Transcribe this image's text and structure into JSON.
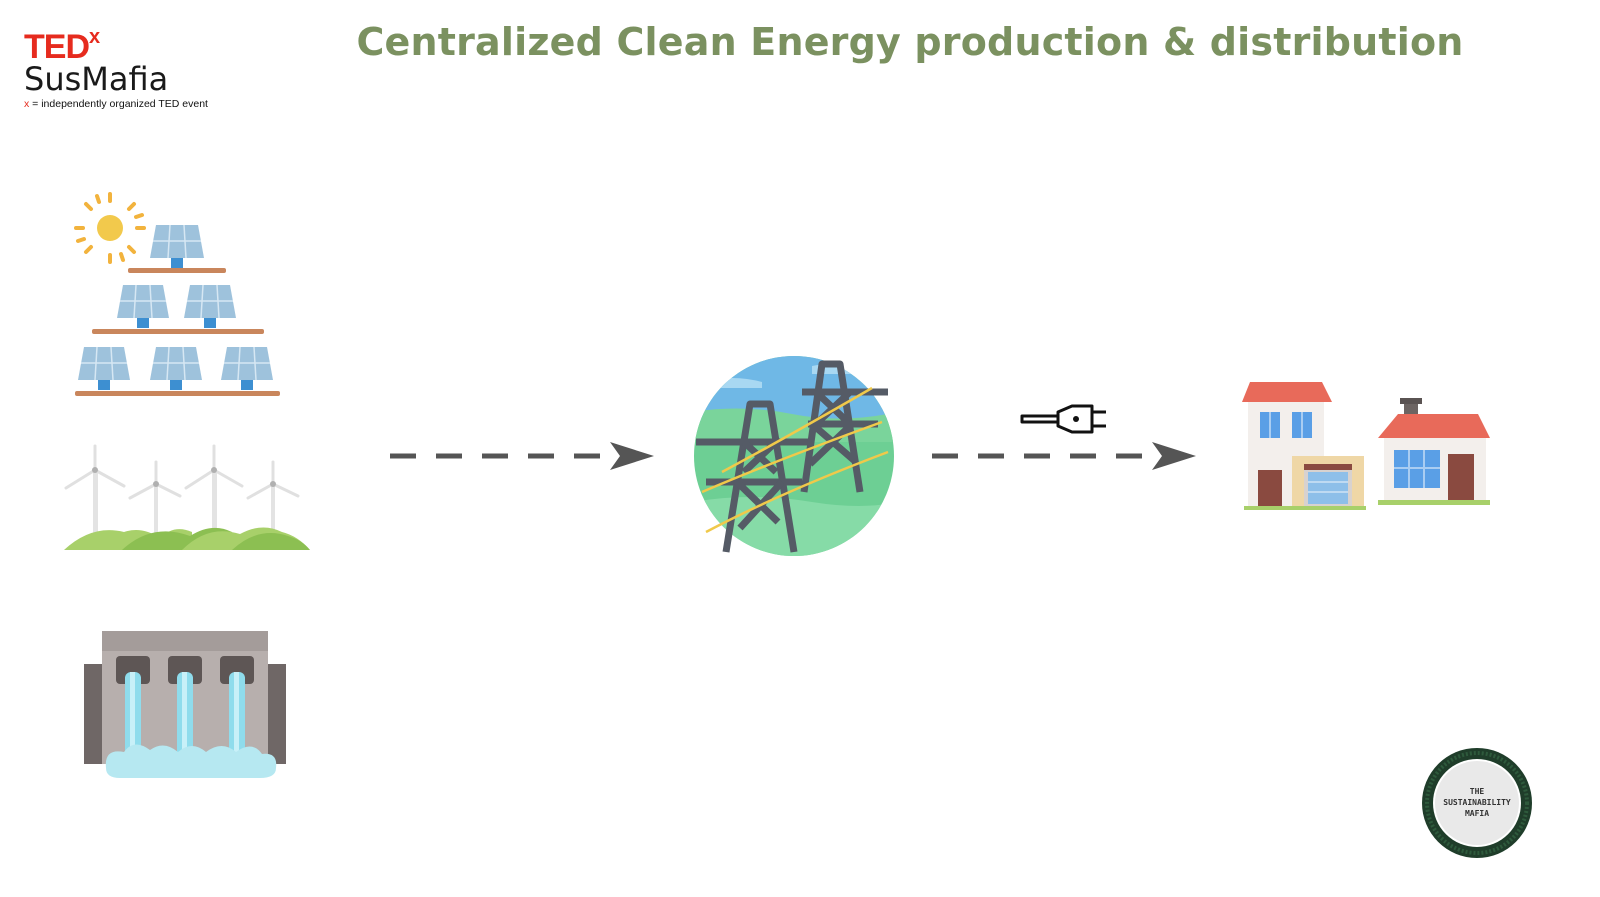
{
  "logo": {
    "ted": "TED",
    "x": "x",
    "name": "SusMafia",
    "tag_x": "x",
    "tagline": " = independently organized TED event"
  },
  "title": "Centralized Clean Energy production & distribution",
  "badge": {
    "line1": "THE",
    "line2": "SUSTAINABILITY",
    "line3": "MAFIA"
  },
  "icons": [
    "sun-icon",
    "solar-panels-icon",
    "wind-turbines-icon",
    "hydro-dam-icon",
    "power-grid-icon",
    "plug-icon",
    "houses-icon"
  ],
  "colors": {
    "title": "#7b9160",
    "ted_red": "#e62b1e",
    "arrow": "#555555"
  }
}
